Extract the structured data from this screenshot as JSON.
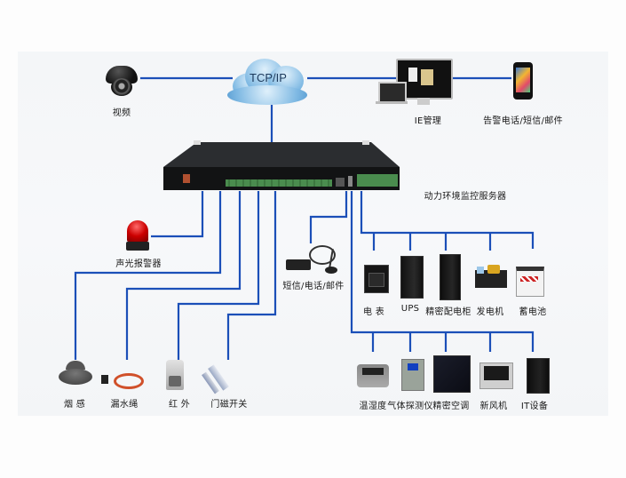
{
  "diagram": {
    "title": "动力环境监控服务器",
    "network": {
      "cloud_label": "TCP/IP"
    },
    "top_nodes": [
      {
        "id": "video",
        "label": "视频",
        "icon": "dome-camera-icon"
      },
      {
        "id": "ie",
        "label": "IE管理",
        "icon": "computer-icon"
      },
      {
        "id": "alert",
        "label": "告警电话/短信/邮件",
        "icon": "smartphone-icon"
      }
    ],
    "server": {
      "label": "动力环境监控服务器",
      "icon": "rack-server-icon"
    },
    "alarm": {
      "label": "声光报警器",
      "icon": "strobe-alarm-icon"
    },
    "sms": {
      "label": "短信/电话/邮件",
      "icon": "gsm-modem-icon"
    },
    "power_devices": [
      {
        "label": "电 表",
        "icon": "power-meter-icon"
      },
      {
        "label": "UPS",
        "icon": "ups-icon"
      },
      {
        "label": "精密配电柜",
        "icon": "distribution-cabinet-icon"
      },
      {
        "label": "发电机",
        "icon": "generator-icon"
      },
      {
        "label": "蓄电池",
        "icon": "battery-icon"
      }
    ],
    "environment_devices": [
      {
        "label": "温湿度",
        "icon": "humidity-sensor-icon"
      },
      {
        "label": "气体探测仪",
        "icon": "gas-detector-icon"
      },
      {
        "label": "精密空调",
        "icon": "precision-ac-icon"
      },
      {
        "label": "新风机",
        "icon": "fresh-air-unit-icon"
      },
      {
        "label": "IT设备",
        "icon": "it-rack-icon"
      }
    ],
    "sensors": [
      {
        "label": "烟 感",
        "icon": "smoke-detector-icon"
      },
      {
        "label": "漏水绳",
        "icon": "water-leak-rope-icon"
      },
      {
        "label": "红 外",
        "icon": "pir-sensor-icon"
      },
      {
        "label": "门磁开关",
        "icon": "door-contact-icon"
      }
    ],
    "colors": {
      "wire": "#1b4fb8",
      "background": "#f5f7f9",
      "label": "#1a1a1a"
    }
  }
}
